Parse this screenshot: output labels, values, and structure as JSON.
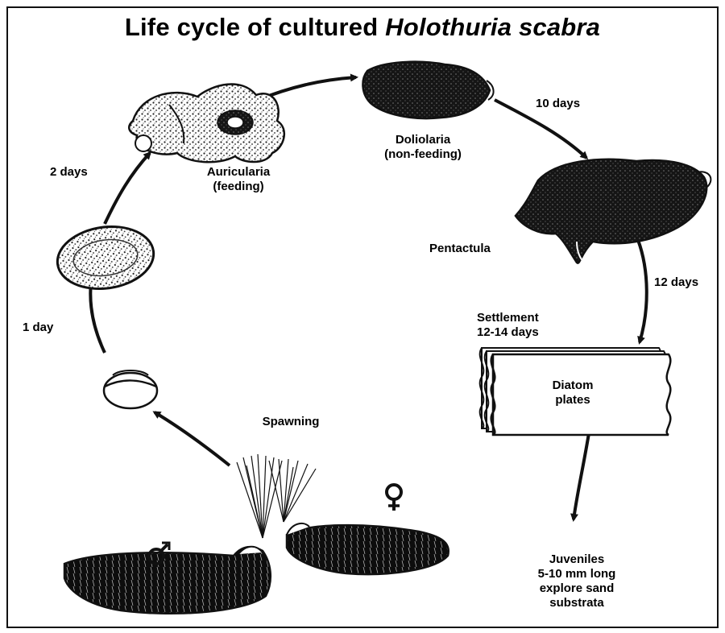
{
  "title": {
    "prefix": "Life cycle of cultured ",
    "species": "Holothuria scabra"
  },
  "stages": {
    "auricularia": {
      "line1": "Auricularia",
      "line2": "(feeding)"
    },
    "doliolaria": {
      "line1": "Doliolaria",
      "line2": "(non-feeding)"
    },
    "pentactula": {
      "label": "Pentactula"
    },
    "settlement": {
      "line1": "Settlement",
      "line2": "12-14 days"
    },
    "diatom_plates": {
      "line1": "Diatom",
      "line2": "plates"
    },
    "spawning": {
      "label": "Spawning"
    },
    "juveniles": {
      "line1": "Juveniles",
      "line2": "5-10 mm long",
      "line3": "explore sand",
      "line4": "substrata"
    }
  },
  "durations": {
    "egg_to_gastrula": "1 day",
    "gastrula_to_auricularia": "2 days",
    "doliolaria_to_pentactula": "10 days",
    "pentactula_to_settlement": "12 days"
  },
  "symbols": {
    "male": "♂",
    "female": "♀"
  },
  "icons": [
    "male-symbol-icon",
    "female-symbol-icon"
  ]
}
